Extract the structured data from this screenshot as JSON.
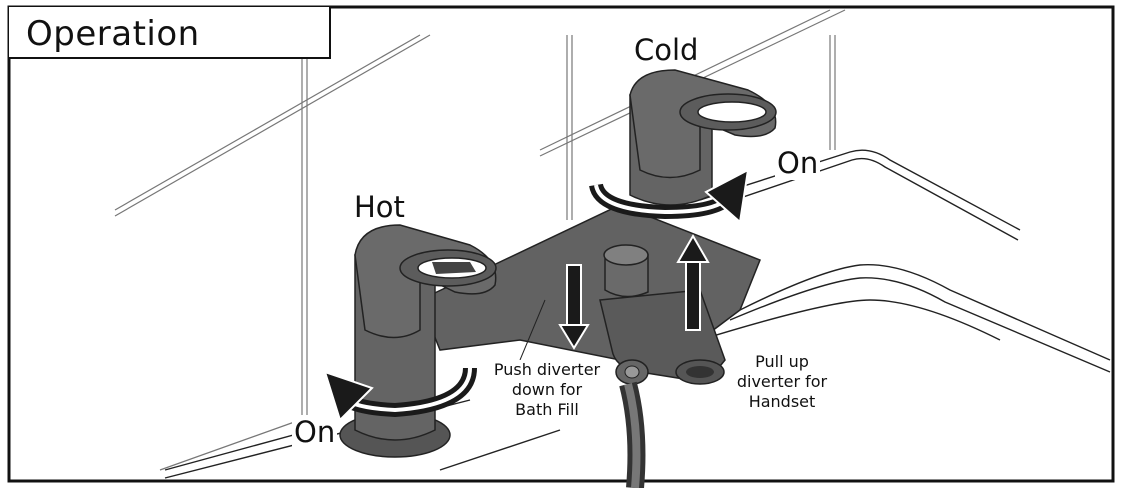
{
  "header": {
    "title": "Operation"
  },
  "labels": {
    "hot": "Hot",
    "cold": "Cold",
    "on_hot": "On",
    "on_cold": "On",
    "push_diverter": [
      "Push diverter",
      "down for",
      "Bath Fill"
    ],
    "pull_diverter": [
      "Pull up",
      "diverter for",
      "Handset"
    ]
  },
  "colors": {
    "tap_body": "#606060",
    "tap_shadow": "#4a4a4a",
    "line": "#222222",
    "arrow": "#1a1a1a"
  }
}
